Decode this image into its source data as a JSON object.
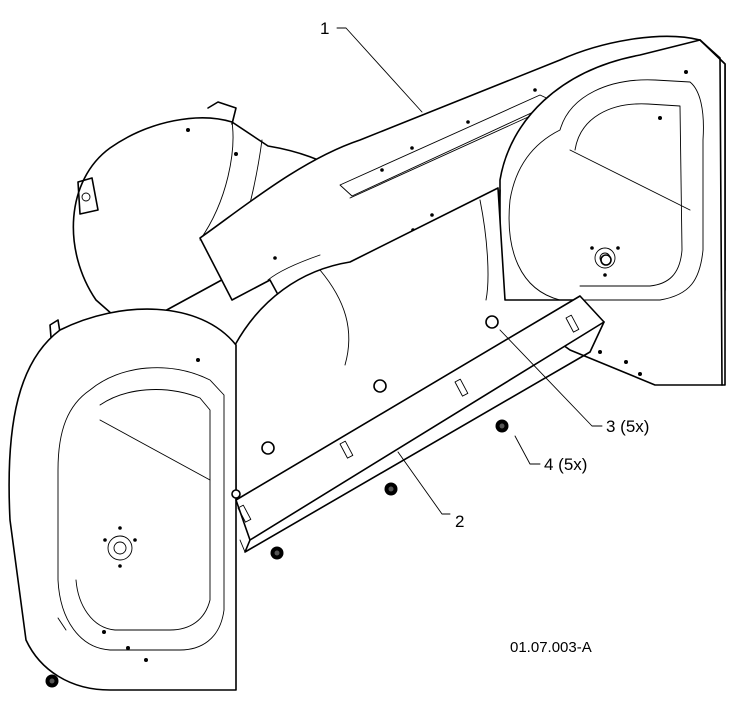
{
  "callouts": [
    {
      "id": "1",
      "text": "1"
    },
    {
      "id": "2",
      "text": "2"
    },
    {
      "id": "3",
      "text": "3 (5x)"
    },
    {
      "id": "4",
      "text": "4 (5x)"
    }
  ],
  "figure_ref": "01.07.003-A"
}
